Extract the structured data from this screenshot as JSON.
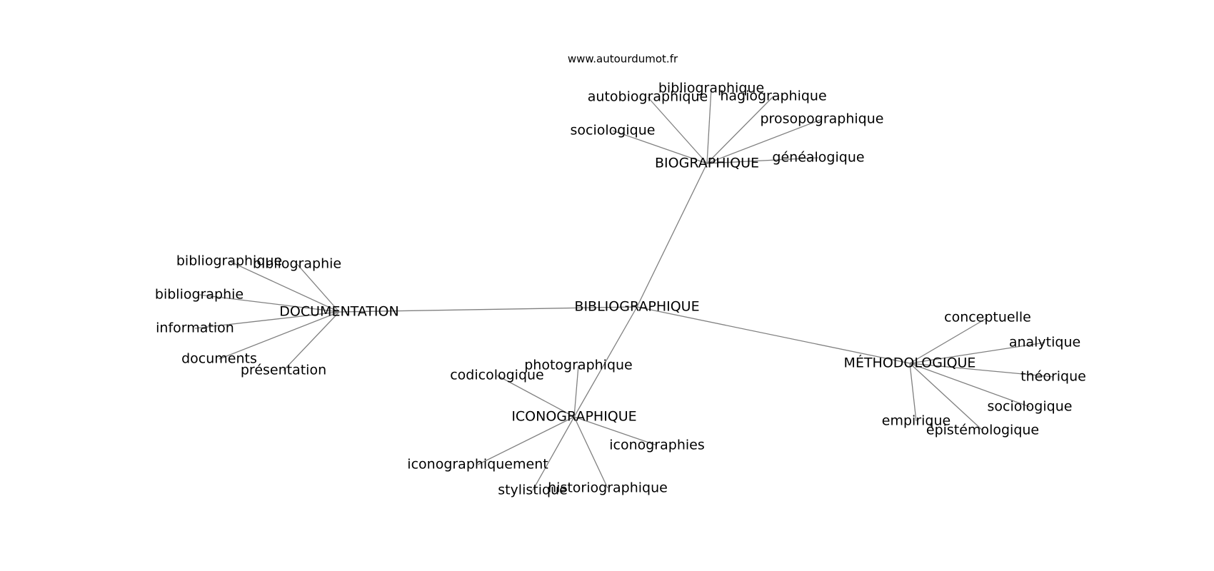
{
  "source": "www.autourdumot.fr",
  "center": "BIBLIOGRAPHIQUE",
  "clusters": [
    {
      "hub": "BIOGRAPHIQUE",
      "leaves": [
        "autobiographique",
        "bibliographique",
        "hagiographique",
        "prosopographique",
        "sociologique",
        "généalogique"
      ]
    },
    {
      "hub": "DOCUMENTATION",
      "leaves": [
        "bibliographique",
        "bibliographie",
        "bibliographie",
        "information",
        "documents",
        "présentation"
      ]
    },
    {
      "hub": "ICONOGRAPHIQUE",
      "leaves": [
        "codicologique",
        "photographique",
        "iconographies",
        "iconographiquement",
        "stylistique",
        "historiographique"
      ]
    },
    {
      "hub": "MÉTHODOLOGIQUE",
      "leaves": [
        "conceptuelle",
        "analytique",
        "théorique",
        "sociologique",
        "empirique",
        "épistémologique"
      ]
    }
  ]
}
